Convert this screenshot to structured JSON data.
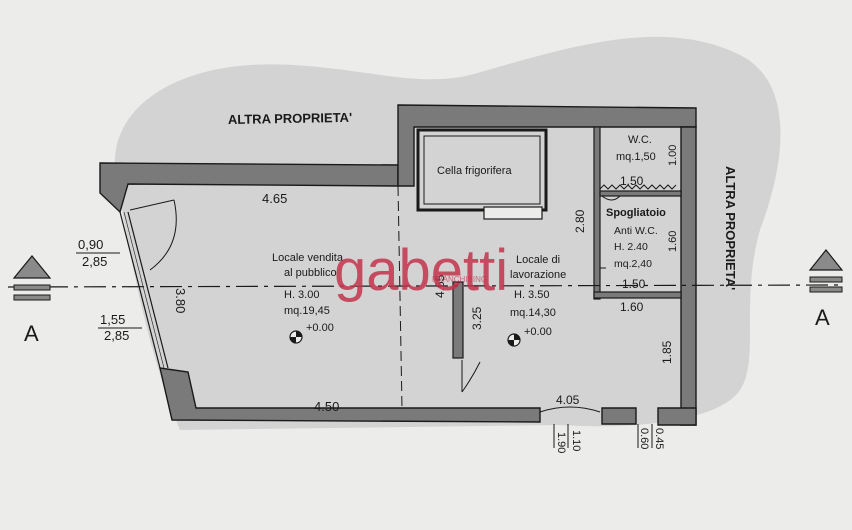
{
  "colors": {
    "paper": "#ececea",
    "shadow": "#cfcfcf",
    "wall": "#7a7a7a",
    "ink": "#1a1a1a",
    "watermark": "#c4344c"
  },
  "neighbors": {
    "top": "ALTRA PROPRIETA'",
    "right": "ALTRA PROPRIETA'"
  },
  "section": {
    "left": "A",
    "right": "A"
  },
  "rooms": {
    "sales": {
      "name_line1": "Locale vendita",
      "name_line2": "al pubblico",
      "height": "H. 3.00",
      "area": "mq.19,45",
      "level": "+0.00"
    },
    "work": {
      "name_line1": "Locale di",
      "name_line2": "lavorazione",
      "height": "H. 3.50",
      "area": "mq.14,30",
      "level": "+0.00"
    },
    "cold": {
      "name": "Cella frigorifera"
    },
    "wc": {
      "name": "W.C.",
      "area": "mq.1,50"
    },
    "changing": {
      "name_line1": "Spogliatoio",
      "name_line2": "Anti W.C.",
      "height": "H. 2.40",
      "area": "mq.2,40"
    }
  },
  "dimensions": {
    "top_left": "4.65",
    "bottom_left": "4.50",
    "bottom_right": "4.05",
    "door_upper_a": "0,90",
    "door_upper_b": "2,85",
    "door_lower_a": "1,55",
    "door_lower_b": "2,85",
    "left_wall": "3.80",
    "partition_vertical": "4.65",
    "interior_wall": "3.25",
    "cold_room_side": "2.80",
    "wc_width": "1.50",
    "wc_depth": "1.00",
    "changing_depth": "1.60",
    "changing_width": "1.50",
    "small_wall": "1.60",
    "right_lower": "1.85",
    "bottom_a": "1.10",
    "bottom_b": "1.90",
    "bottom_c": "0.45",
    "bottom_d": "0.60"
  },
  "watermark": {
    "brand": "gabetti",
    "sub": "FRANCHISING"
  }
}
